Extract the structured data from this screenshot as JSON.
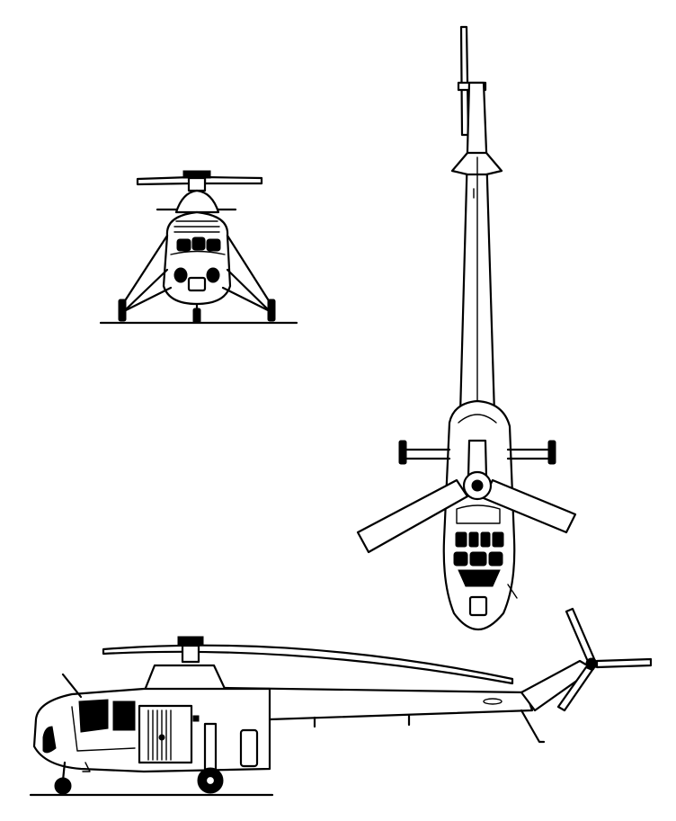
{
  "drawing": {
    "views": [
      "front",
      "top",
      "side"
    ]
  }
}
